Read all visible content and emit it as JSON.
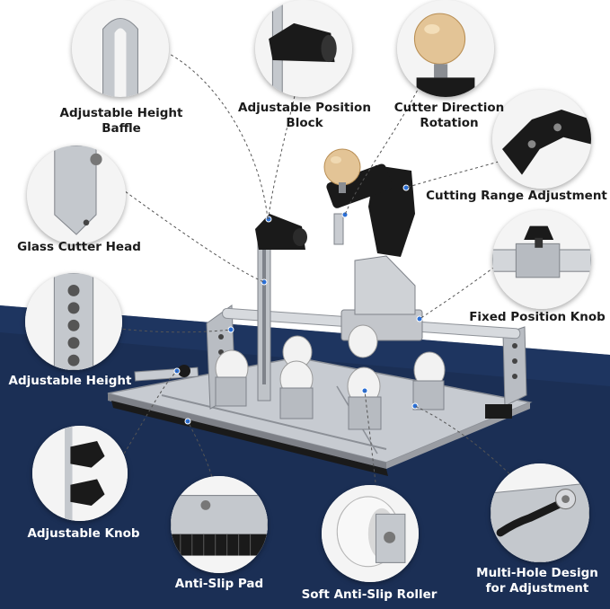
{
  "labels": {
    "adjustable_height_baffle": "Adjustable Height\nBaffle",
    "adjustable_position_block": "Adjustable Position\nBlock",
    "cutter_direction_rotation": "Cutter Direction\nRotation",
    "cutting_range_adjustment": "Cutting Range Adjustment",
    "glass_cutter_head": "Glass Cutter Head",
    "fixed_position_knob": "Fixed Position Knob",
    "adjustable_height": "Adjustable Height",
    "adjustable_knob": "Adjustable Knob",
    "anti_slip_pad": "Anti-Slip Pad",
    "soft_anti_slip_roller": "Soft Anti-Slip Roller",
    "multi_hole_design": "Multi-Hole Design\nfor Adjustment"
  },
  "colors": {
    "navy": "#1b2f55",
    "navy_dark": "#12203d",
    "steel": "#c9ccd1",
    "knob_wood": "#e3c496",
    "black_part": "#1a1a1a",
    "roller_white": "#f2f2f2",
    "accent_blue": "#2a6fd6"
  }
}
